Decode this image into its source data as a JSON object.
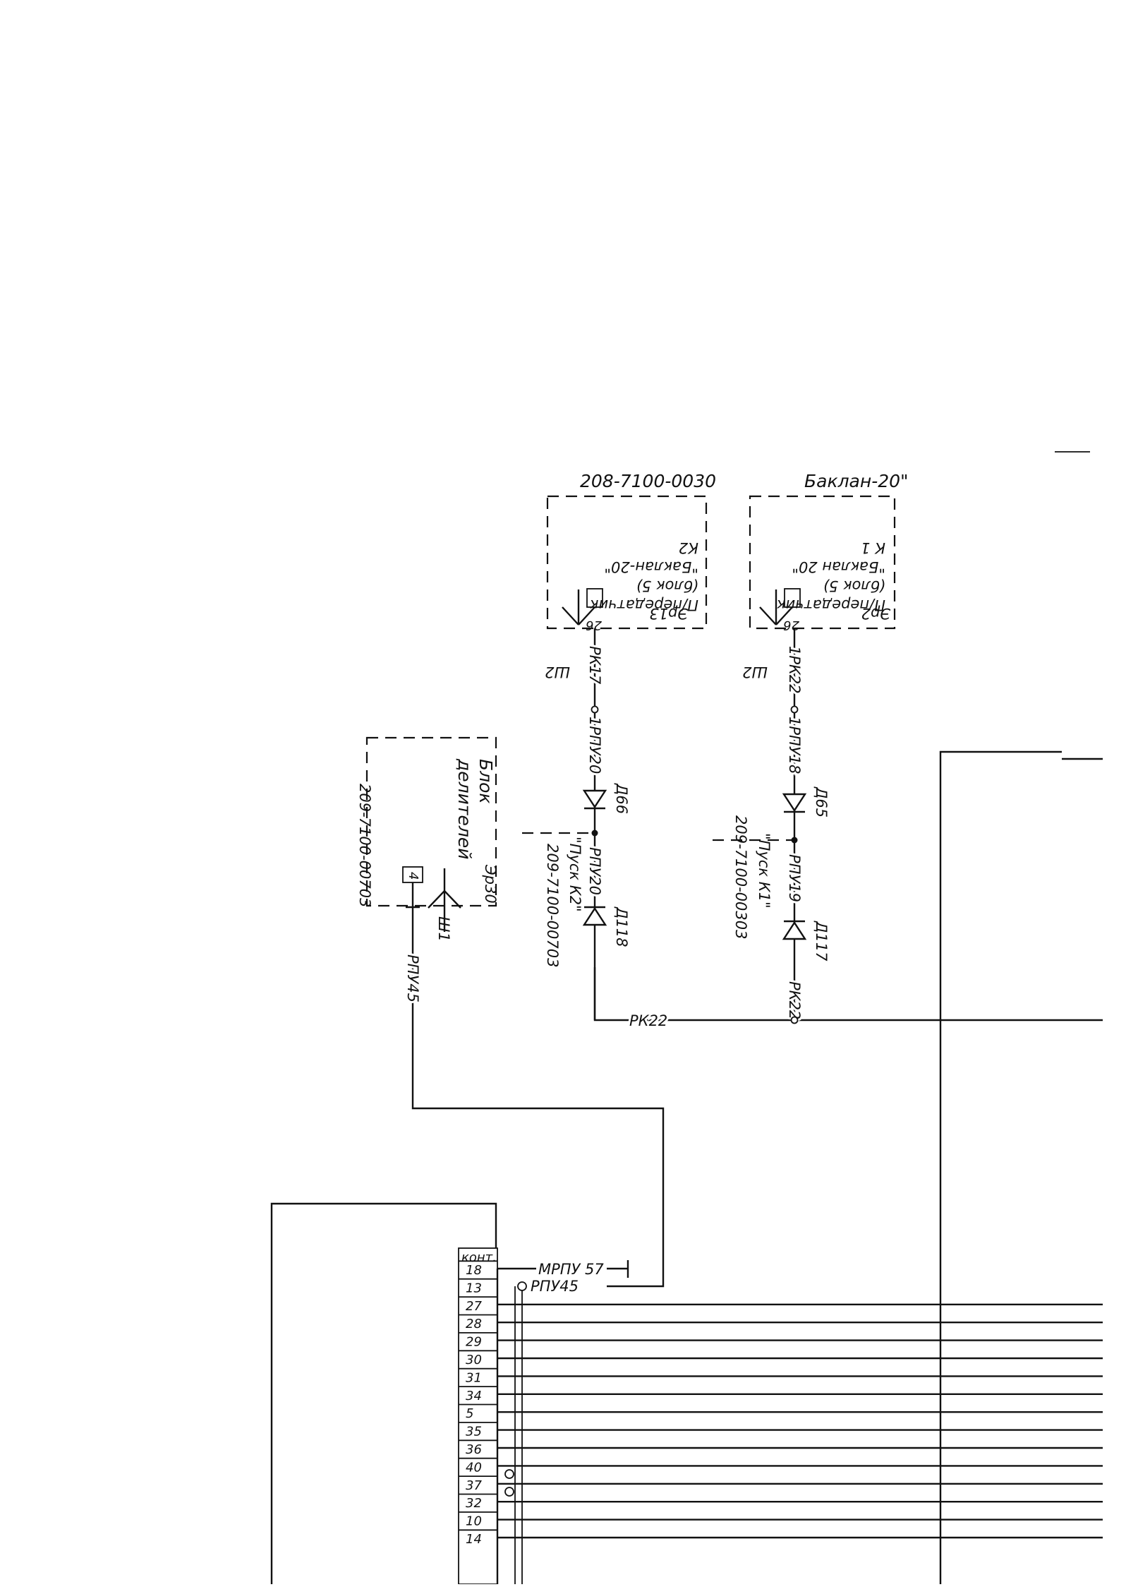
{
  "header": {
    "part_number": "208-7100-0030",
    "title": "Баклан-20\""
  },
  "blocks": {
    "block_split": {
      "ref": "Эр30",
      "name_line1": "Блок",
      "name_line2": "делителей",
      "part": "209-7100-00703",
      "connector": "Ш1",
      "pin": "4"
    },
    "transceiver_1": {
      "ref": "Эр13",
      "line1": "П/передатчик",
      "line2": "(блок 5)",
      "line3": "\"Баклан-20\"",
      "line4": "К2",
      "connector": "Ш2",
      "pin": "26"
    },
    "transceiver_2": {
      "ref": "Эр2",
      "line1": "П/передатчик",
      "line2": "(блок 5)",
      "line3": "\"Баклан 20\"",
      "line4": "К 1",
      "connector": "Ш2",
      "pin": "26"
    }
  },
  "wires": {
    "rk17": "РК17",
    "rpu20": "1РПУ20",
    "rk22a": "1РК22",
    "rpu18": "1РПУ18",
    "d66": "Д66",
    "d65": "Д65",
    "rpu20b": "РПУ20",
    "rpu19": "РПУ19",
    "d118": "Д118",
    "d117": "Д117",
    "rk22": "РК22",
    "rk22b": "РК22",
    "rpu45": "РПУ45",
    "mrpu57": "МРПУ 57",
    "rpu45b": "РПУ45"
  },
  "switches": {
    "start_k2": "\"Пуск К2\"",
    "start_k2_part": "209-7100-00703",
    "start_k1": "\"Пуск К1\"",
    "start_k1_part": "209-7100-00303"
  },
  "terminal_table": {
    "header": "конт.",
    "contacts": [
      "18",
      "13",
      "27",
      "28",
      "29",
      "30",
      "31",
      "34",
      "5",
      "35",
      "36",
      "40",
      "37",
      "32",
      "10",
      "14"
    ]
  }
}
